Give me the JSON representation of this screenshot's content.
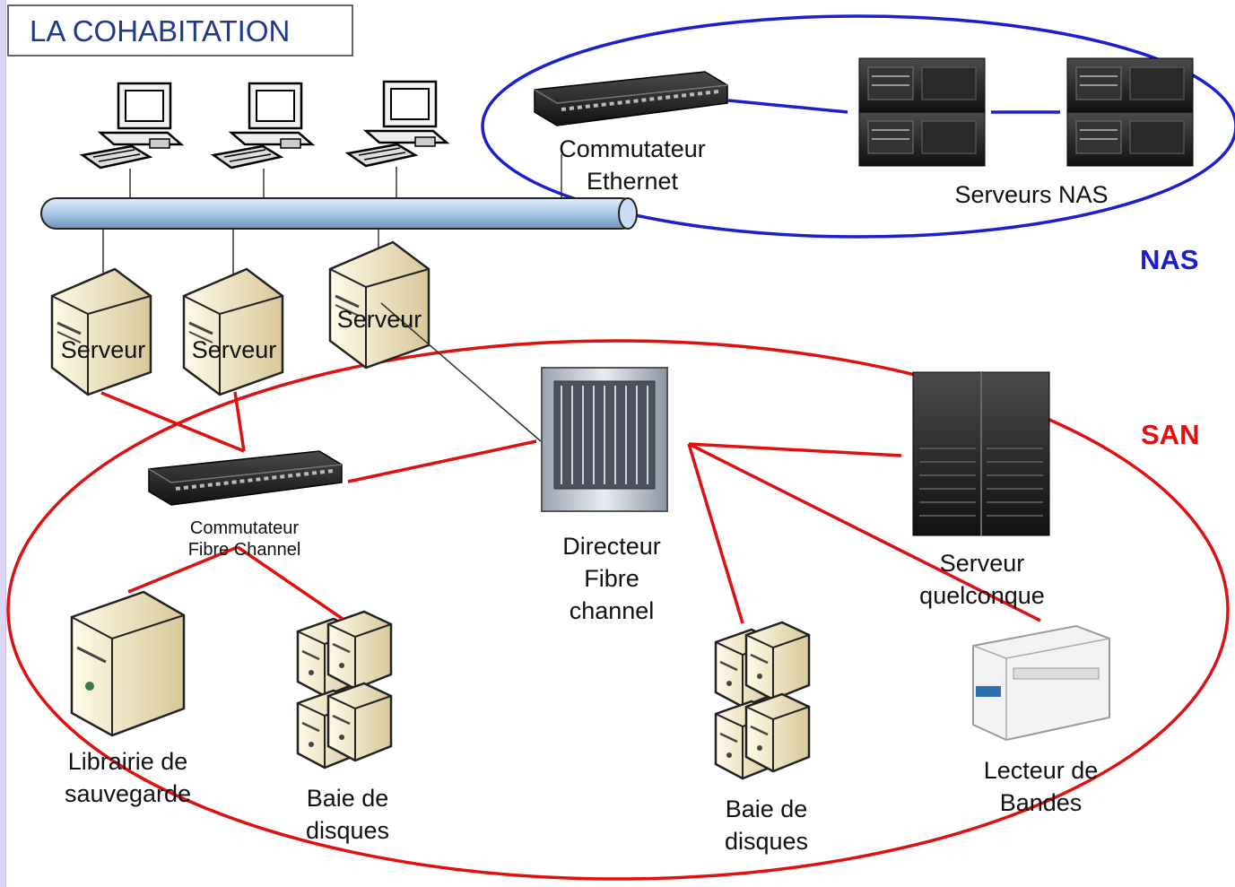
{
  "title": "LA COHABITATION",
  "zones": {
    "nas": "NAS",
    "san": "SAN"
  },
  "labels": {
    "ethernet_switch": "Commutateur\nEthernet",
    "nas_servers": "Serveurs NAS",
    "server": "Serveur",
    "fc_switch": "Commutateur\nFibre Channel",
    "fc_director": "Directeur\nFibre\nchannel",
    "any_server": "Serveur\nquelconque",
    "backup_library": "Librairie de\nsauvegarde",
    "disk_array": "Baie de\ndisques",
    "tape_reader": "Lecteur de\nBandes"
  },
  "colors": {
    "nas": "#1a1fd0",
    "san": "#e01010",
    "bus": "#aac7e8",
    "title": "#1f3a8a",
    "background": "#dcd6f4"
  }
}
